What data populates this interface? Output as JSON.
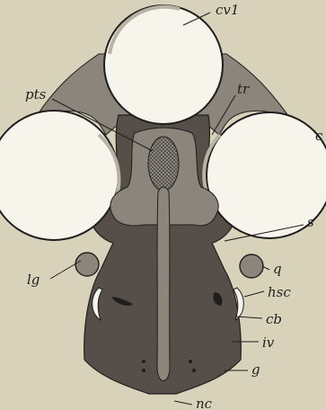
{
  "figure": {
    "labels": {
      "cv1": "cv1",
      "pts": "pts",
      "tr": "tr",
      "c": "c",
      "s": "s",
      "lg": "lg",
      "q": "q",
      "hsc": "hsc",
      "cb": "cb",
      "iv": "iv",
      "g": "g",
      "nc": "nc"
    },
    "colors": {
      "background": "#d9d2bb",
      "cartilage": "#58504a",
      "capsule_fill": "#f7f4ec",
      "ink": "#1e1e1e"
    }
  }
}
